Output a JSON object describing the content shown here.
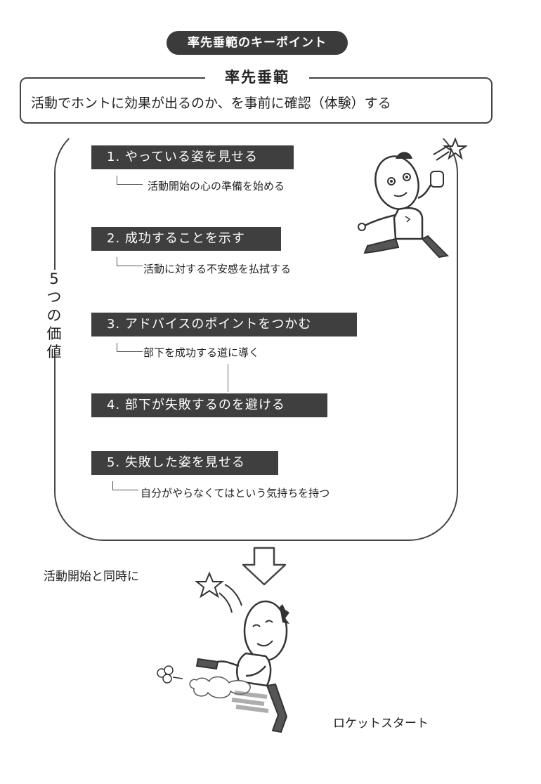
{
  "header": {
    "title": "率先垂範のキーポイント"
  },
  "definition": {
    "label": "率先垂範",
    "text": "活動でホントに効果が出るのか、を事前に確認（体験）する"
  },
  "values_label": [
    "5",
    "つ",
    "の",
    "価",
    "値"
  ],
  "items": [
    {
      "label": "1. やっている姿を見せる",
      "sub": "活動開始の心の準備を始める"
    },
    {
      "label": "2. 成功することを示す",
      "sub": "活動に対する不安感を払拭する"
    },
    {
      "label": "3. アドバイスのポイントをつかむ",
      "sub": "部下を成功する道に導く"
    },
    {
      "label": "4. 部下が失敗するのを避ける"
    },
    {
      "label": "5. 失敗した姿を見せる",
      "sub": "自分がやらなくてはという気持ちを持つ"
    }
  ],
  "bottom": {
    "left_caption": "活動開始と同時に",
    "right_caption": "ロケットスタート"
  }
}
